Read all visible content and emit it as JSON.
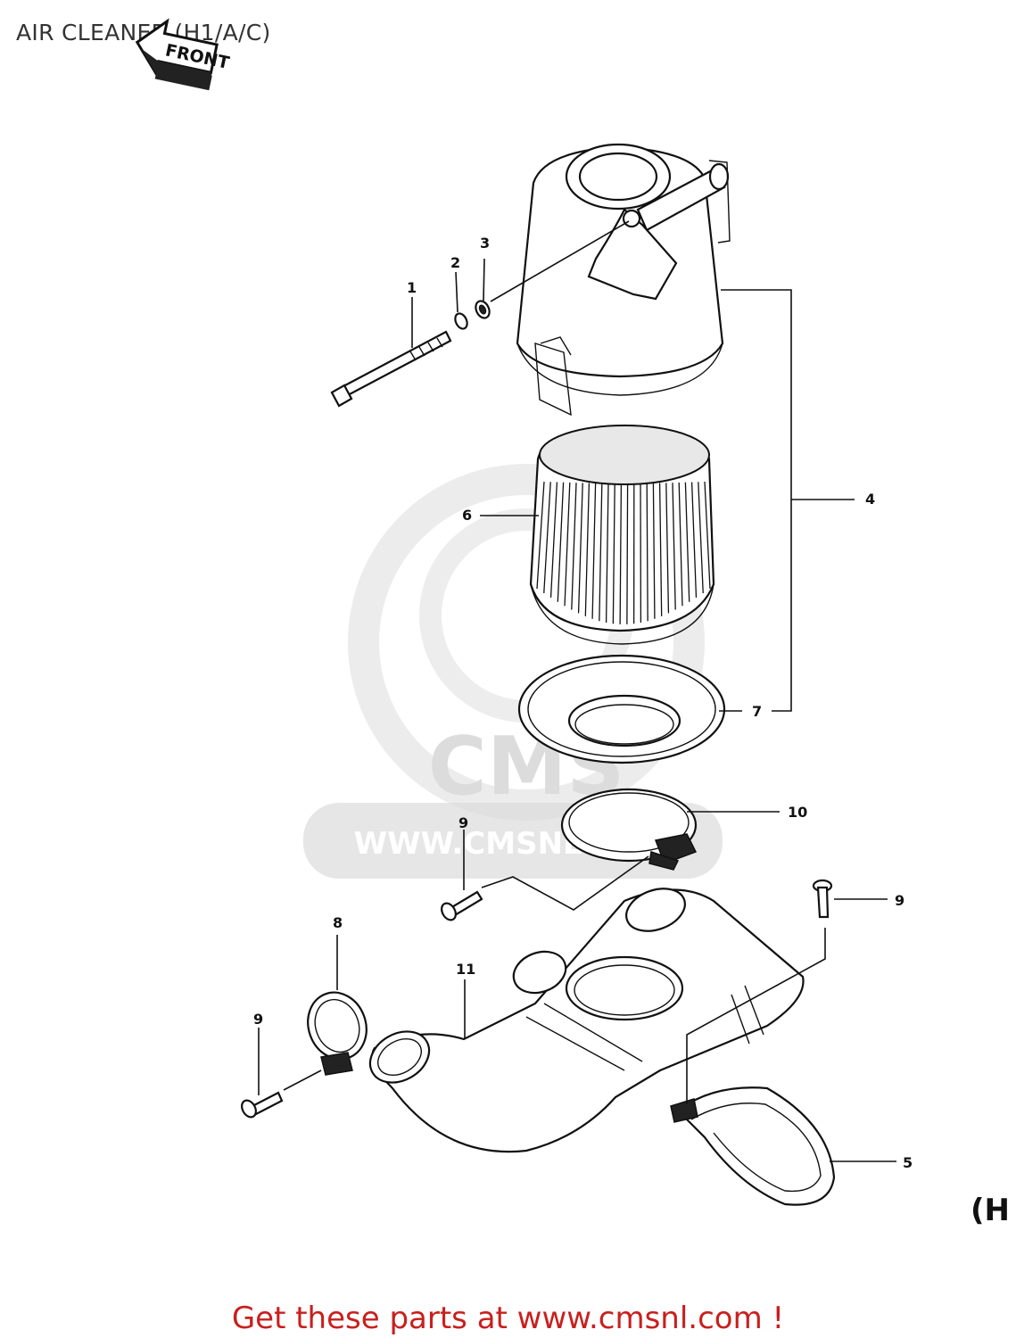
{
  "title": "AIR CLEANER (H1/A/C)",
  "front_label": "FRONT",
  "watermark_text": "WWW.CMSNL.COM",
  "watermark_logo": "CMS",
  "corner_label": "(H",
  "footer": "Get these parts at www.cmsnl.com !",
  "callouts": {
    "c1": "1",
    "c2": "2",
    "c3": "3",
    "c4": "4",
    "c5": "5",
    "c6": "6",
    "c7": "7",
    "c8": "8",
    "c9a": "9",
    "c9b": "9",
    "c9c": "9",
    "c10": "10",
    "c11": "11"
  },
  "colors": {
    "footer": "#c8201e",
    "ink": "#111111",
    "watermark": "#dcdcdc"
  }
}
